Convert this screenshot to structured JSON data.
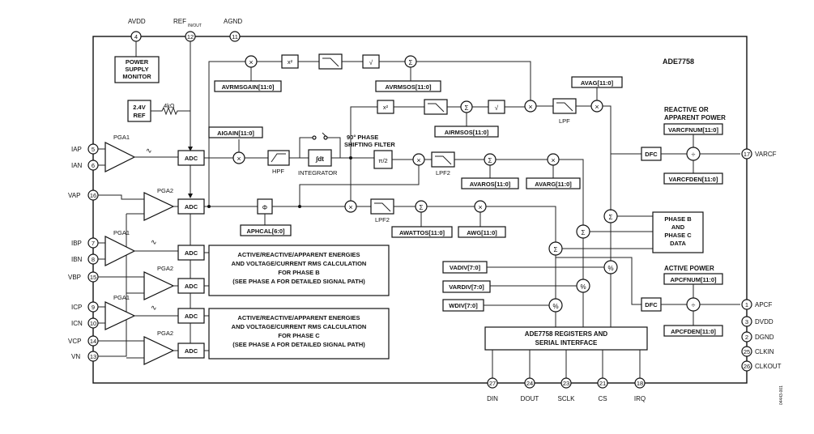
{
  "chip": {
    "name": "ADE7758"
  },
  "pins": {
    "avdd": {
      "num": "4",
      "label": "AVDD"
    },
    "ref": {
      "num": "12",
      "label": "REF",
      "sub": "IN/OUT"
    },
    "agnd": {
      "num": "11",
      "label": "AGND"
    },
    "iap": {
      "num": "5",
      "label": "IAP"
    },
    "ian": {
      "num": "6",
      "label": "IAN"
    },
    "vap": {
      "num": "16",
      "label": "VAP"
    },
    "ibp": {
      "num": "7",
      "label": "IBP"
    },
    "ibn": {
      "num": "8",
      "label": "IBN"
    },
    "vbp": {
      "num": "15",
      "label": "VBP"
    },
    "icp": {
      "num": "9",
      "label": "ICP"
    },
    "icn": {
      "num": "10",
      "label": "ICN"
    },
    "vcp": {
      "num": "14",
      "label": "VCP"
    },
    "vn": {
      "num": "13",
      "label": "VN"
    },
    "varcf": {
      "num": "17",
      "label": "VARCF"
    },
    "apcf": {
      "num": "1",
      "label": "APCF"
    },
    "dvdd": {
      "num": "3",
      "label": "DVDD"
    },
    "dgnd": {
      "num": "2",
      "label": "DGND"
    },
    "clkin": {
      "num": "25",
      "label": "CLKIN"
    },
    "clkout": {
      "num": "26",
      "label": "CLKOUT"
    },
    "din": {
      "num": "27",
      "label": "DIN"
    },
    "dout": {
      "num": "24",
      "label": "DOUT"
    },
    "sclk": {
      "num": "23",
      "label": "SCLK"
    },
    "cs": {
      "num": "21",
      "label": "CS"
    },
    "irq": {
      "num": "18",
      "label": "IRQ"
    }
  },
  "blocks": {
    "psm": [
      "POWER",
      "SUPPLY",
      "MONITOR"
    ],
    "ref": [
      "2.4V",
      "REF"
    ],
    "ref_res": "4kΩ",
    "pga1": "PGA1",
    "pga2": "PGA2",
    "adc": "ADC",
    "hpf": "HPF",
    "integrator": "INTEGRATOR",
    "phase_filter": [
      "90° PHASE",
      "SHIFTING FILTER"
    ],
    "pi2": "π/2",
    "lpf": "LPF",
    "lpf2": "LPF2",
    "dfc": "DFC",
    "phase_bc_data": [
      "PHASE B",
      "AND",
      "PHASE C",
      "DATA"
    ],
    "reactive_title": [
      "REACTIVE OR",
      "APPARENT POWER"
    ],
    "active_title": "ACTIVE POWER",
    "phase_b_text": [
      "ACTIVE/REACTIVE/APPARENT ENERGIES",
      "AND VOLTAGE/CURRENT RMS CALCULATION",
      "FOR PHASE B",
      "(SEE PHASE A FOR DETAILED SIGNAL PATH)"
    ],
    "phase_c_text": [
      "ACTIVE/REACTIVE/APPARENT ENERGIES",
      "AND VOLTAGE/CURRENT RMS CALCULATION",
      "FOR PHASE C",
      "(SEE PHASE A FOR DETAILED SIGNAL PATH)"
    ],
    "registers": [
      "ADE7758 REGISTERS AND",
      "SERIAL INTERFACE"
    ]
  },
  "registers": {
    "avrmsgain": "AVRMSGAIN[11:0]",
    "avrmsos": "AVRMSOS[11:0]",
    "aigain": "AIGAIN[11:0]",
    "airmsos": "AIRMSOS[11:0]",
    "avag": "AVAG[11:0]",
    "aphcal": "APHCAL[6:0]",
    "avaros": "AVAROS[11:0]",
    "avarg": "AVARG[11:0]",
    "awattos": "AWATTOS[11:0]",
    "awg": "AWG[11:0]",
    "varcfnum": "VARCFNUM[11:0]",
    "varcfden": "VARCFDEN[11:0]",
    "apcfnum": "APCFNUM[11:0]",
    "apcfden": "APCFDEN[11:0]",
    "vadiv": "VADIV[7:0]",
    "vardiv": "VARDIV[7:0]",
    "wdiv": "WDIV[7:0]"
  },
  "symbols": {
    "mult": "×",
    "sum": "Σ",
    "sq": "x²",
    "sqrt": "√",
    "div": "%",
    "phase": "Φ",
    "wave": "∿"
  },
  "side_code": "04443-001"
}
